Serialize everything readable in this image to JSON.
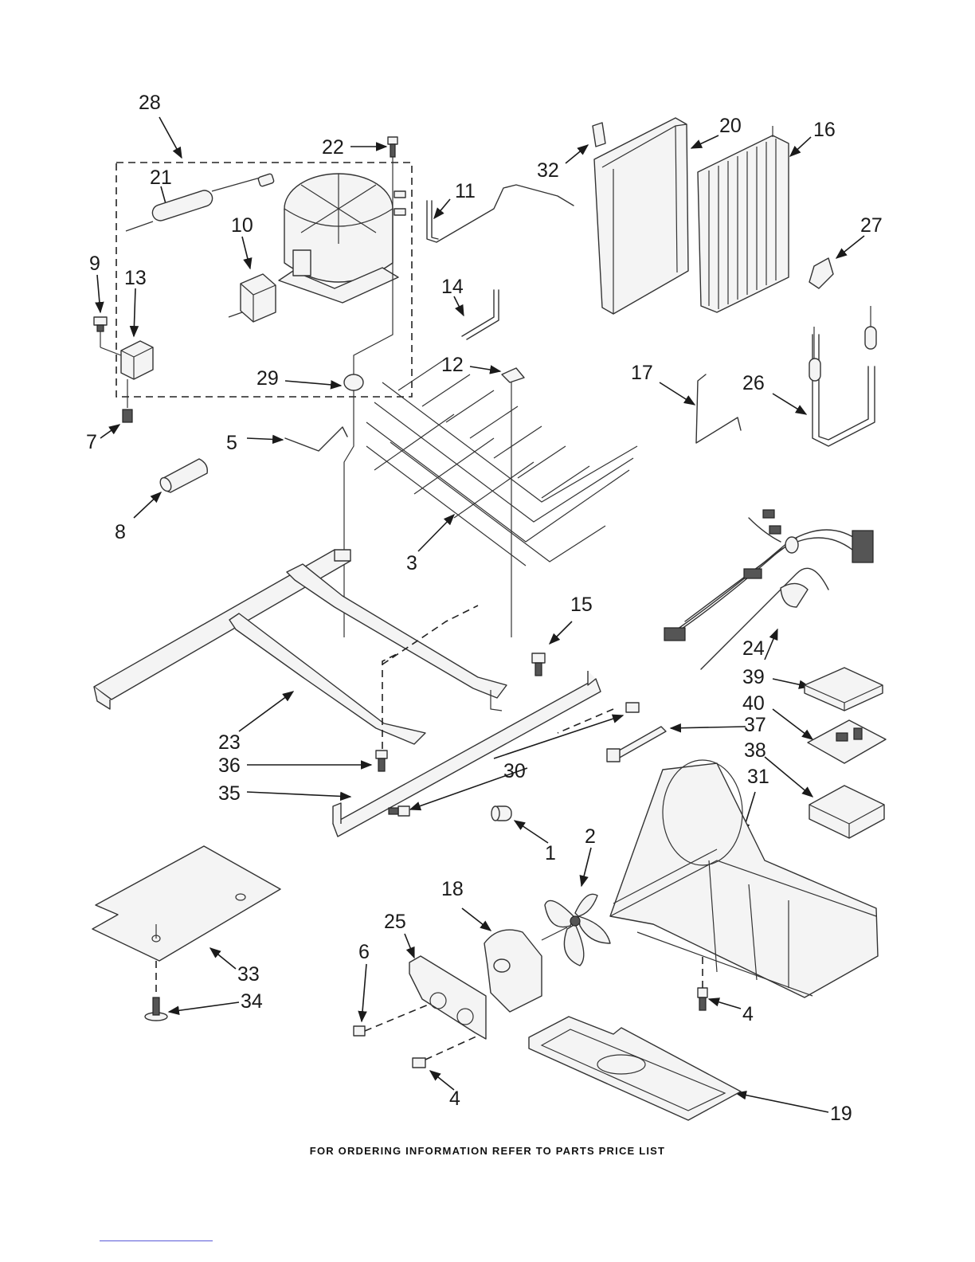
{
  "footer_text": "FOR ORDERING INFORMATION REFER TO PARTS PRICE LIST",
  "callouts": [
    "28",
    "22",
    "21",
    "10",
    "9",
    "13",
    "29",
    "7",
    "5",
    "8",
    "11",
    "32",
    "20",
    "16",
    "27",
    "14",
    "12",
    "17",
    "26",
    "3",
    "15",
    "24",
    "39",
    "40",
    "37",
    "38",
    "31",
    "23",
    "36",
    "30",
    "35",
    "1",
    "2",
    "18",
    "25",
    "6",
    "33",
    "34",
    "4",
    "4",
    "19"
  ],
  "colors": {
    "ink": "#1a1a1a",
    "link_rule": "#5a5ad8"
  }
}
